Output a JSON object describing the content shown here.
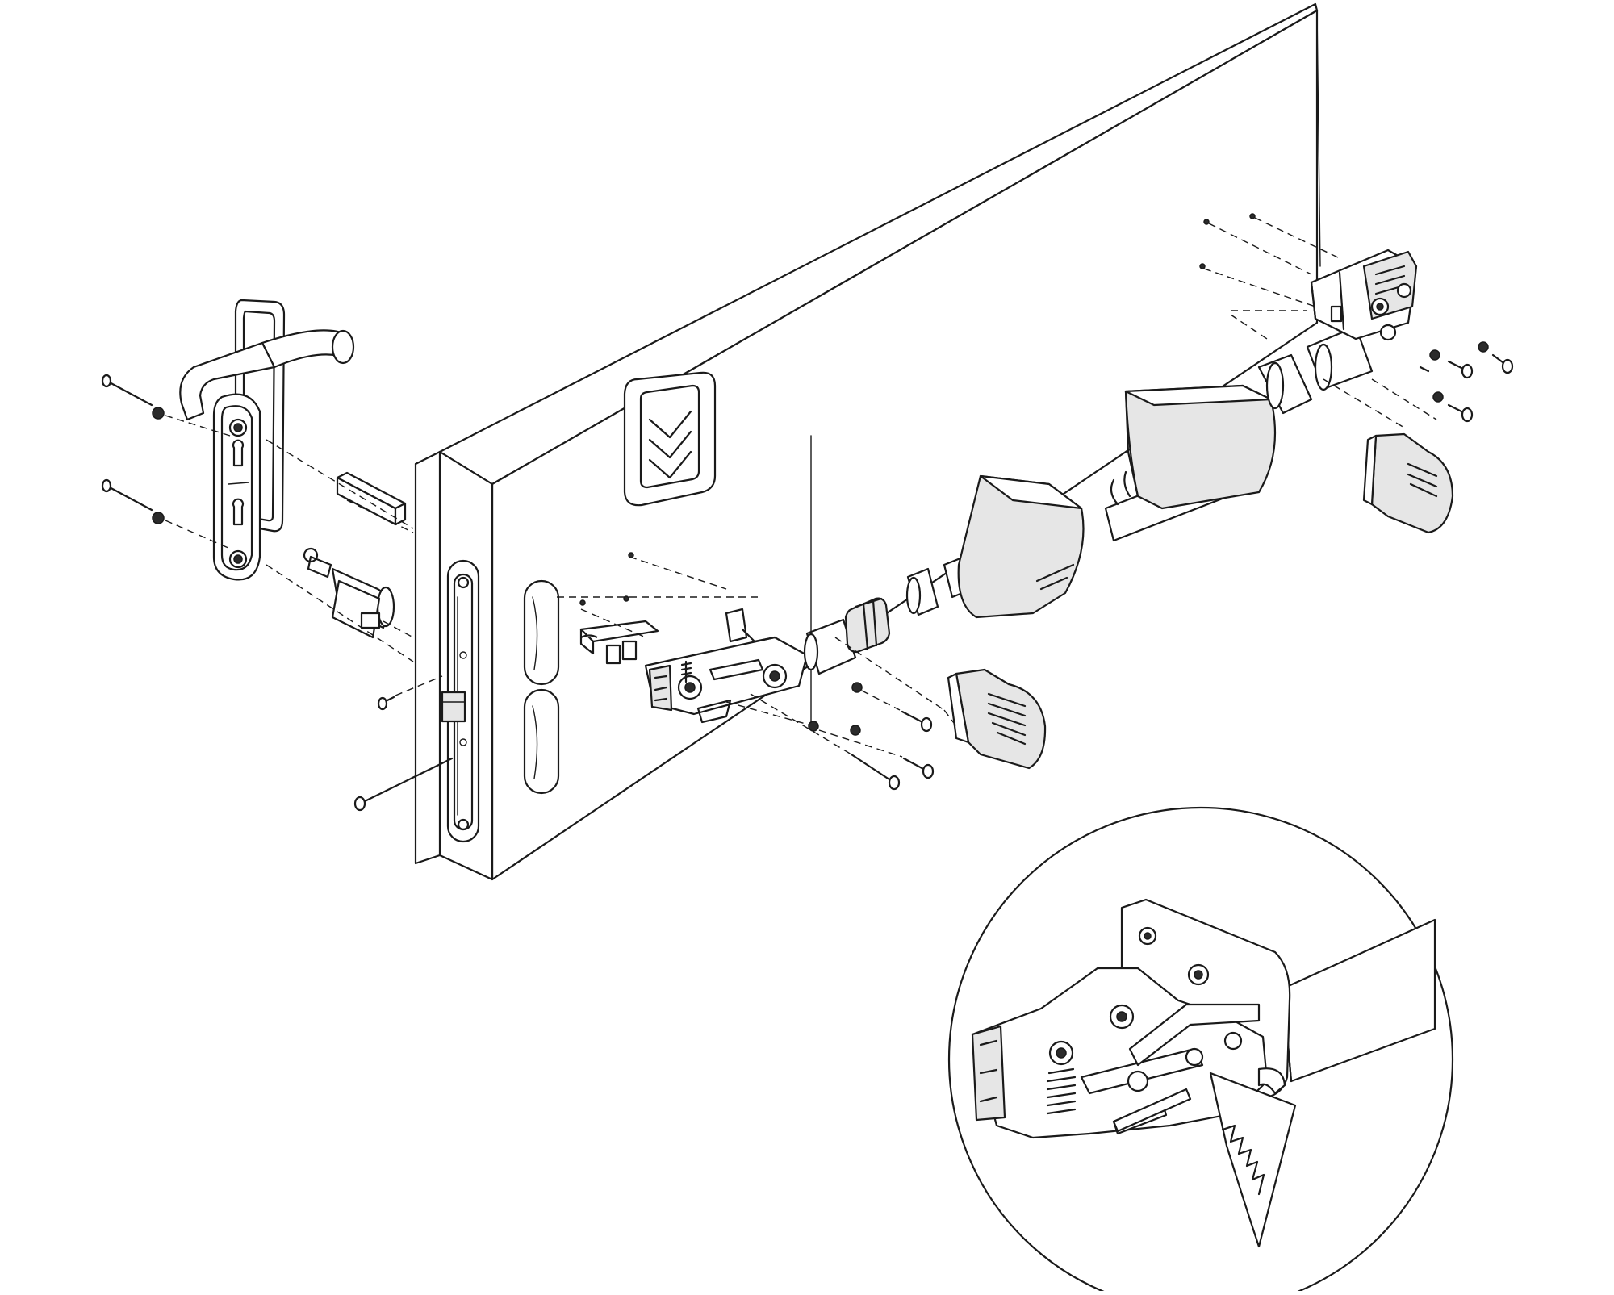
{
  "figure": {
    "type": "exploded-assembly-drawing",
    "line_color": "#1a1a1a",
    "background": "#ffffff",
    "parts": [
      "door-panel",
      "lever-handle",
      "handle-backplate",
      "profile-cylinder",
      "mortice-lock",
      "latch-bolt",
      "push-bar-left-mechanism",
      "push-bar-right-mechanism",
      "push-bar-tube",
      "push-bar-cover-left",
      "push-bar-cover-right",
      "end-caps",
      "fixing-screws",
      "detail-magnifier"
    ]
  }
}
